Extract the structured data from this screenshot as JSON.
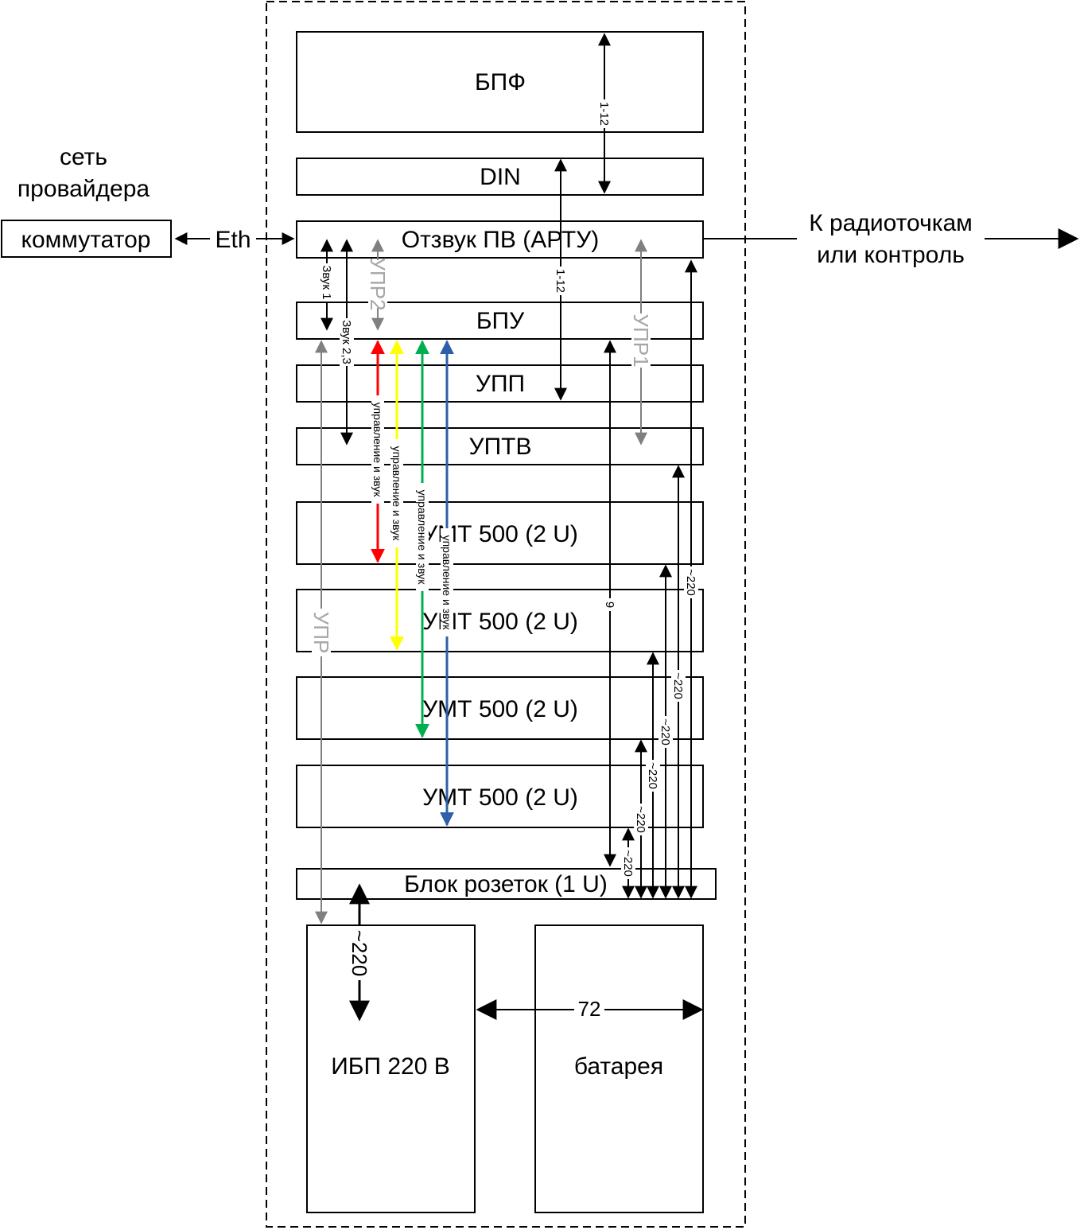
{
  "colors": {
    "line": "#000000",
    "gray": "#808080",
    "red": "#ff0000",
    "yellow": "#ffff00",
    "green": "#00b050",
    "blue": "#2e5fa8"
  },
  "external": {
    "network_label_line1": "сеть",
    "network_label_line2": "провайдера",
    "switch": "коммутатор",
    "eth": "Eth",
    "output_line1": "К радиоточкам",
    "output_line2": "или контроль"
  },
  "blocks": {
    "bpf": "БПФ",
    "din": "DIN",
    "otzvuk": "Отзвук ПВ (АРТУ)",
    "bpu": "БПУ",
    "upp": "УПП",
    "uptv": "УПТВ",
    "umt1": "УМТ 500 (2 U)",
    "umt2": "УМТ 500 (2 U)",
    "umt3": "УМТ 500 (2 U)",
    "umt4": "УМТ 500 (2 U)",
    "sockets": "Блок розеток (1 U)",
    "ups": "ИБП 220 В",
    "battery": "батарея"
  },
  "wires": {
    "bus_1_12_top": "1-12",
    "bus_1_12_mid": "1-12",
    "sound1": "Звук 1",
    "sound23": "Звук 2,3",
    "upr2": "УПР2",
    "upr1": "УПР1",
    "upr": "УПР",
    "ctrl_red": "управление и звук",
    "ctrl_yellow": "управление и звук",
    "ctrl_green": "управление и звук",
    "ctrl_blue": "управление и звук",
    "w9": "9",
    "p220_a": "~220",
    "p220_b": "~220",
    "p220_c": "~220",
    "p220_d": "~220",
    "p220_e": "~220",
    "p220_f": "~220",
    "ups_220": "~220",
    "battery_72": "72"
  }
}
